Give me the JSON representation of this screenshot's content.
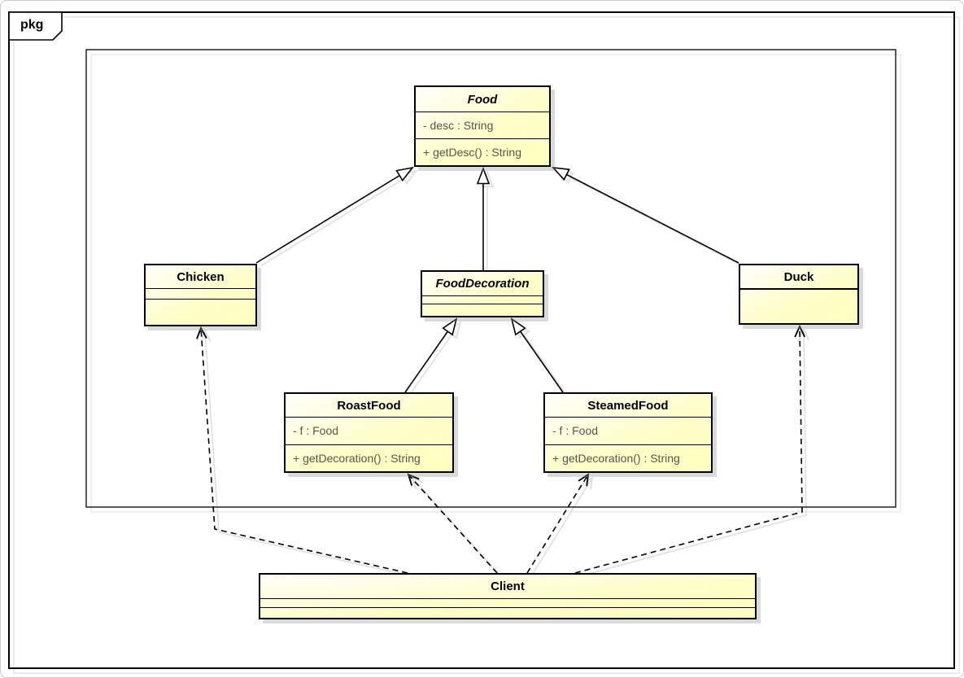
{
  "package": {
    "label": "pkg"
  },
  "diagram": {
    "type": "uml-class-diagram"
  },
  "classes": {
    "food": {
      "name": "Food",
      "abstract": true,
      "attributes": [
        "- desc : String"
      ],
      "methods": [
        "+ getDesc() : String"
      ]
    },
    "chicken": {
      "name": "Chicken",
      "abstract": false,
      "attributes": [],
      "methods": []
    },
    "foodDecoration": {
      "name": "FoodDecoration",
      "abstract": true,
      "attributes": [],
      "methods": []
    },
    "roastFood": {
      "name": "RoastFood",
      "abstract": false,
      "attributes": [
        "- f : Food"
      ],
      "methods": [
        "+ getDecoration() : String"
      ]
    },
    "steamedFood": {
      "name": "SteamedFood",
      "abstract": false,
      "attributes": [
        "- f : Food"
      ],
      "methods": [
        "+ getDecoration() : String"
      ]
    },
    "duck": {
      "name": "Duck",
      "abstract": false,
      "attributes": [],
      "methods": []
    },
    "client": {
      "name": "Client",
      "abstract": false,
      "attributes": [],
      "methods": []
    }
  },
  "relationships": [
    {
      "type": "generalization",
      "from": "Chicken",
      "to": "Food"
    },
    {
      "type": "generalization",
      "from": "FoodDecoration",
      "to": "Food"
    },
    {
      "type": "generalization",
      "from": "Duck",
      "to": "Food"
    },
    {
      "type": "generalization",
      "from": "RoastFood",
      "to": "FoodDecoration"
    },
    {
      "type": "generalization",
      "from": "SteamedFood",
      "to": "FoodDecoration"
    },
    {
      "type": "dependency",
      "from": "Client",
      "to": "Chicken"
    },
    {
      "type": "dependency",
      "from": "Client",
      "to": "RoastFood"
    },
    {
      "type": "dependency",
      "from": "Client",
      "to": "SteamedFood"
    },
    {
      "type": "dependency",
      "from": "Client",
      "to": "Duck"
    }
  ],
  "colors": {
    "class_fill_start": "#fffefa",
    "class_fill_end": "#feffbe",
    "border": "#000000",
    "member_text": "#57574a",
    "shadow": "#d9d9d9",
    "background": "#ffffff"
  }
}
